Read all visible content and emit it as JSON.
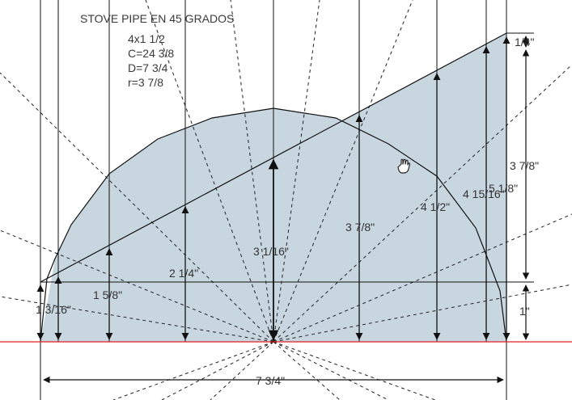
{
  "diagram": {
    "title": "STOVE PIPE EN 45 GRADOS",
    "specs": [
      "4x1 1/2",
      "C=24 3/8",
      "D=7 3/4",
      "r=3 7/8"
    ],
    "dimension_labels": {
      "height_1": "1 3/16\"",
      "height_2": "1 5/8\"",
      "height_3": "2 1/4\"",
      "height_4": "3 1/16\"",
      "height_5": "3 7/8\"",
      "height_6": "4 1/2\"",
      "height_7": "4 15/16\"",
      "height_8": "5 1/8\"",
      "right_top": "1/4\"",
      "right_middle": "3 7/8\"",
      "right_bottom": "1\"",
      "total_width": "7 3/4\""
    },
    "colors": {
      "fill": "#c8d6e0",
      "baseline": "#e02020",
      "line": "#111111"
    },
    "cursor_icon": "hand-pointer-icon"
  }
}
